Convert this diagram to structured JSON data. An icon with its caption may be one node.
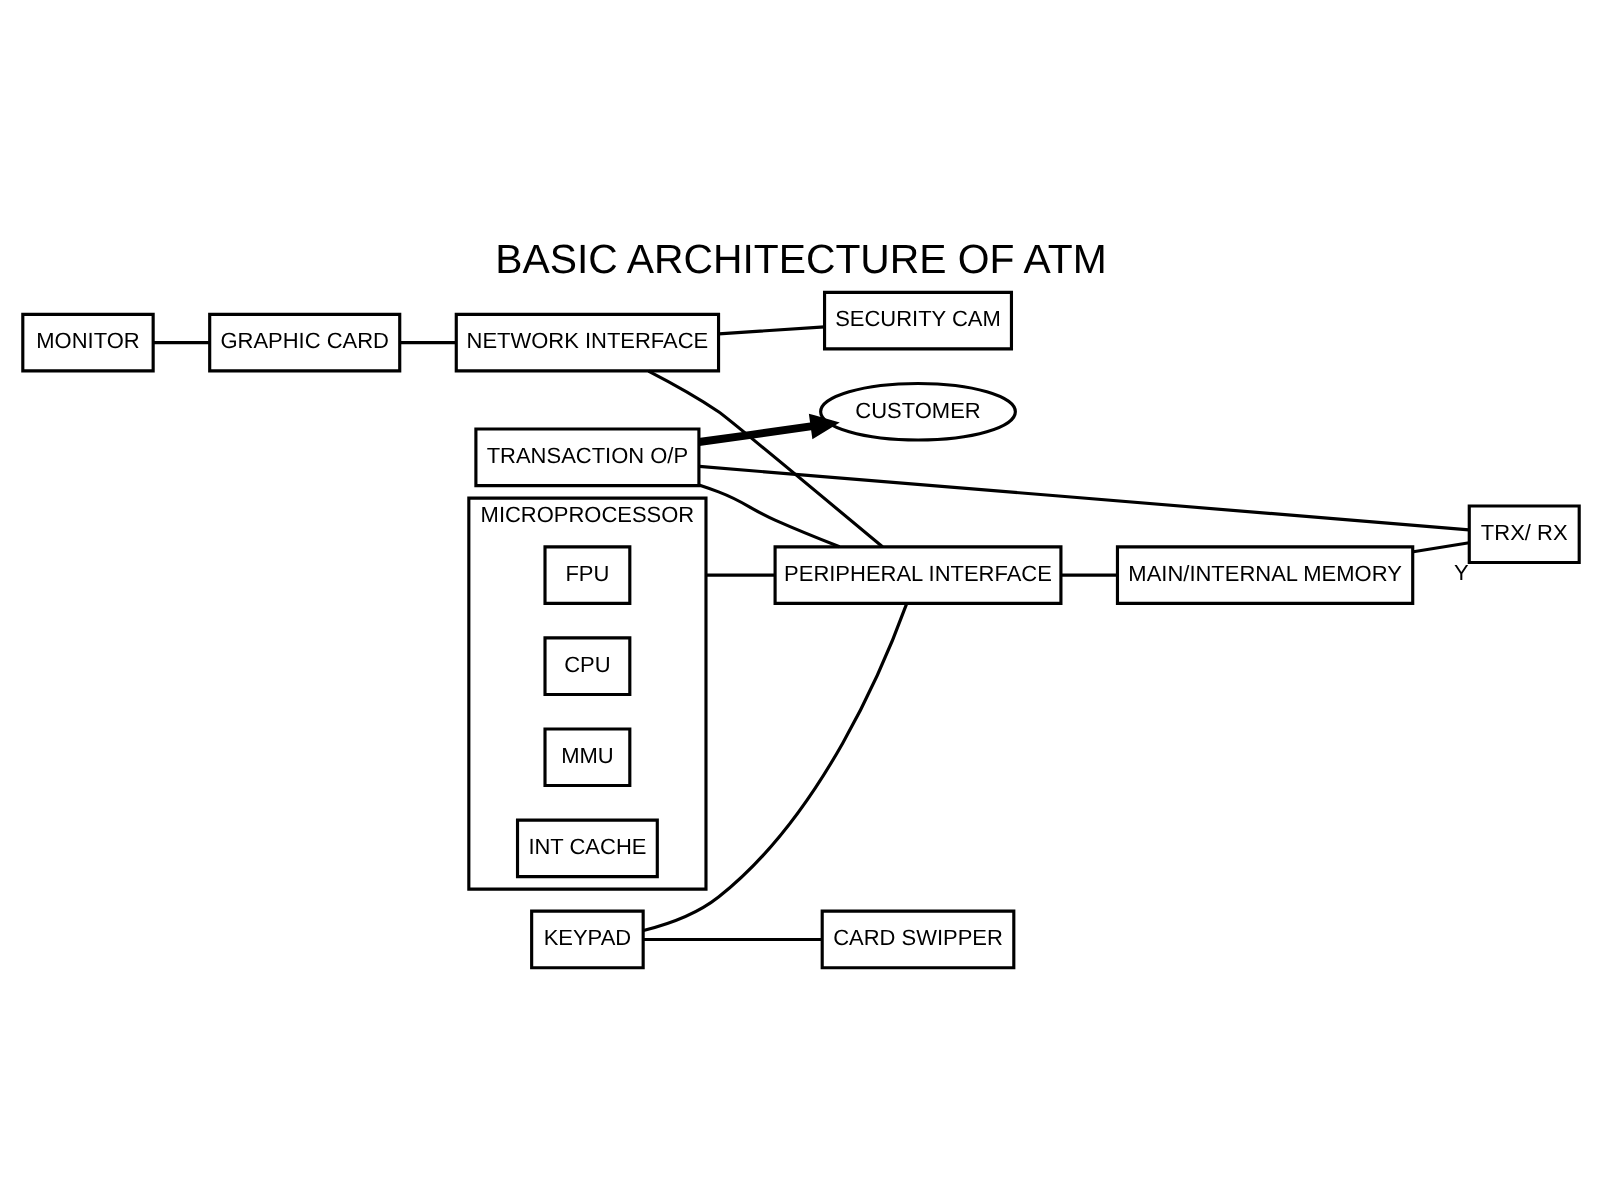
{
  "diagram": {
    "title": "BASIC ARCHITECTURE OF ATM",
    "nodes": [
      {
        "text": [
          "MONITOR"
        ]
      },
      {
        "text": [
          "GRAPHIC CARD"
        ]
      },
      {
        "text": [
          "NETWORK INTERFACE"
        ]
      },
      {
        "text": [
          "SECURITY CAM"
        ]
      },
      {
        "text": [
          "CUSTOMER"
        ]
      },
      {
        "text": [
          "KEYPAD"
        ]
      },
      {
        "text": [
          "CARD SWIPPER"
        ]
      },
      {
        "text": [
          "MICROPROCESSOR"
        ]
      },
      {
        "text": [
          "FPU"
        ],
        "in": 7
      },
      {
        "text": [
          "CPU"
        ],
        "in": 7
      },
      {
        "text": [
          "MMU"
        ],
        "in": 7
      },
      {
        "text": [
          "INT CACHE"
        ],
        "in": 7
      },
      {
        "text": [
          "TRANSACTION O/P"
        ]
      },
      {
        "text": [
          "TRX/ RX"
        ],
        "beside": [
          "Y"
        ]
      },
      {
        "text": [
          "PERIPHERAL INTERFACE"
        ]
      },
      {
        "text": [
          "MAIN/INTERNAL MEMORY"
        ]
      }
    ],
    "edges": [
      {
        "from": 0,
        "to": 1,
        "arrow": "none"
      },
      {
        "from": 1,
        "to": 2,
        "arrow": "none"
      },
      {
        "from": 2,
        "to": 3,
        "arrow": "none"
      },
      {
        "from": 2,
        "to": 14,
        "arrow": "none"
      },
      {
        "from": 5,
        "to": 6,
        "arrow": "none"
      },
      {
        "from": 5,
        "to": 14,
        "arrow": "none"
      },
      {
        "from": 7,
        "to": 14,
        "arrow": "none"
      },
      {
        "from": 12,
        "to": 14,
        "arrow": "none"
      },
      {
        "from": 12,
        "to": 4,
        "arrow": "to",
        "style": "thick"
      },
      {
        "from": 12,
        "to": 13,
        "arrow": "none"
      },
      {
        "from": 15,
        "to": 13,
        "arrow": "none"
      },
      {
        "from": 14,
        "to": 15,
        "arrow": "none"
      }
    ]
  }
}
